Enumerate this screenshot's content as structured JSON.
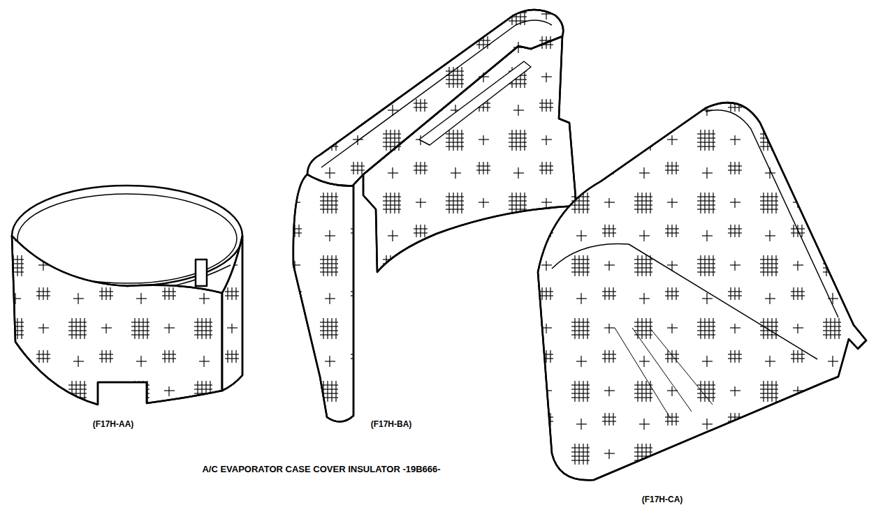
{
  "diagram": {
    "caption": "A/C EVAPORATOR CASE COVER INSULATOR -19B666-",
    "labels": [
      "(F17H-AA)",
      "(F17H-BA)",
      "(F17H-CA)"
    ]
  }
}
